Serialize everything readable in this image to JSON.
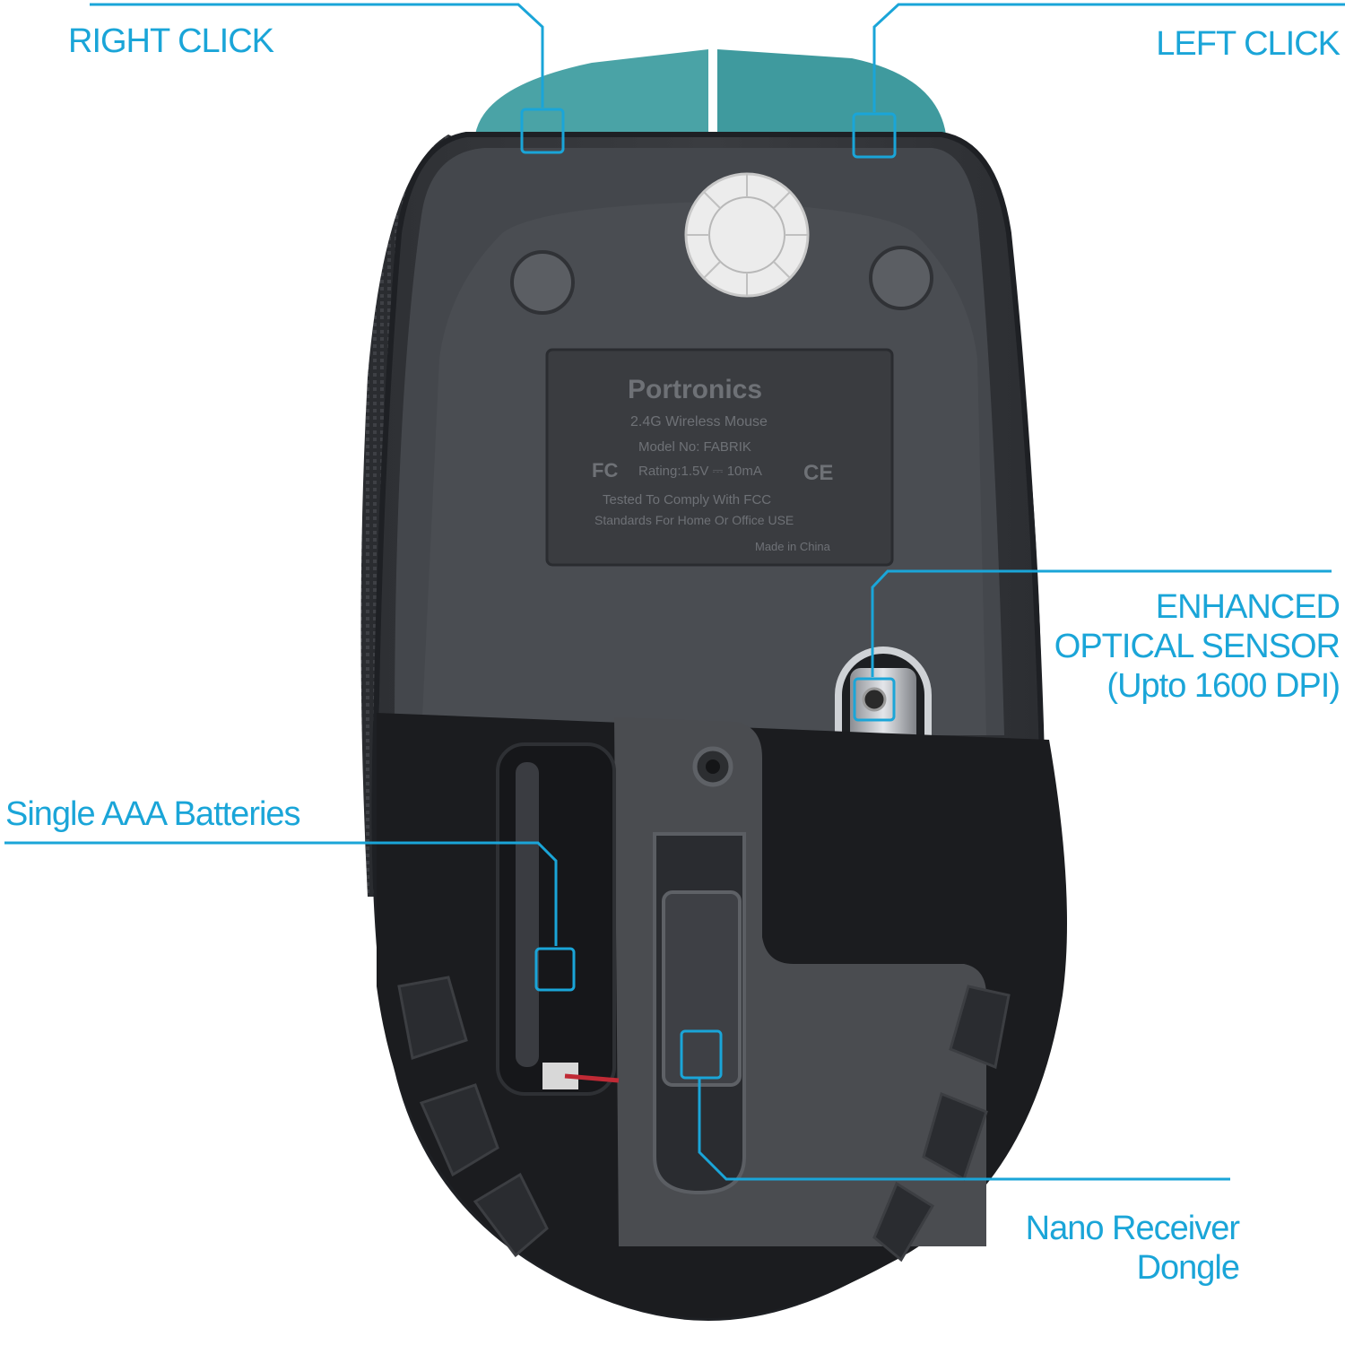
{
  "accent_color": "#1aa5d8",
  "device_label": {
    "brand": "Portronics",
    "product": "2.4G Wireless Mouse",
    "model": "Model No: FABRIK",
    "rating": "Rating:1.5V ⎓ 10mA",
    "compliance_line1": "Tested To Comply With FCC",
    "compliance_line2": "Standards For Home Or Office USE",
    "origin": "Made in China",
    "fcc_mark": "FC",
    "ce_mark": "CE"
  },
  "callouts": {
    "right_click": "RIGHT CLICK",
    "left_click": "LEFT CLICK",
    "optical_sensor_line1": "ENHANCED",
    "optical_sensor_line2": "OPTICAL SENSOR",
    "optical_sensor_line3": "(Upto 1600 DPI)",
    "battery": "Single AAA Batteries",
    "receiver_line1": "Nano Receiver",
    "receiver_line2": "Dongle"
  }
}
